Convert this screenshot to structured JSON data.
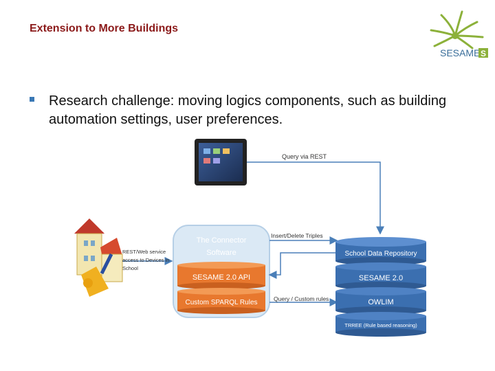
{
  "slide": {
    "title": "Extension to More Buildings",
    "bullet": "Research challenge: moving logics components, such as building automation settings, user preferences."
  },
  "logo": {
    "wordmark": "SESAME",
    "badge_letter": "S",
    "color": "#8cb13a"
  },
  "diagram": {
    "edges": {
      "query_rest": "Query via REST",
      "insert_delete": "Insert/Delete Triples",
      "query_custom": "Query / Custom rules",
      "rest_web_service": [
        "REST/Web service",
        "access to Devices in",
        "School"
      ]
    },
    "connector": {
      "title": [
        "The Connector",
        "Software"
      ],
      "api": "SESAME 2.0 API",
      "rules": "Custom SPARQL Rules"
    },
    "repository": {
      "header": "School Data Repository",
      "sesame": "SESAME 2.0",
      "owlim": "OWLIM",
      "trree": "TRREE (Rule based reasoning)"
    },
    "icons": [
      "tablet-icon",
      "school-building-icon"
    ],
    "colors": {
      "arrow": "#4a7fb8",
      "disk_blue": "#3b6fb0",
      "disk_orange": "#e8782e",
      "connector_bg": "#dbe9f5"
    }
  }
}
